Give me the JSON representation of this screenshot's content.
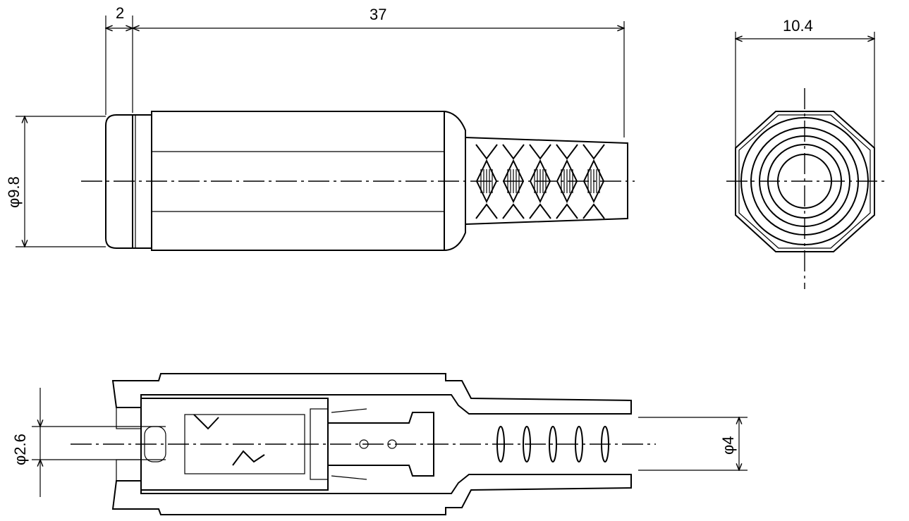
{
  "title": "DC jack plug technical drawing",
  "dimensions": {
    "cap_length": "2",
    "overall_length": "37",
    "body_diameter": "φ9.8",
    "hex_width": "10.4",
    "inner_diameter": "φ2.6",
    "cable_diameter": "φ4"
  },
  "colors": {
    "line": "#000000",
    "background": "#ffffff"
  }
}
